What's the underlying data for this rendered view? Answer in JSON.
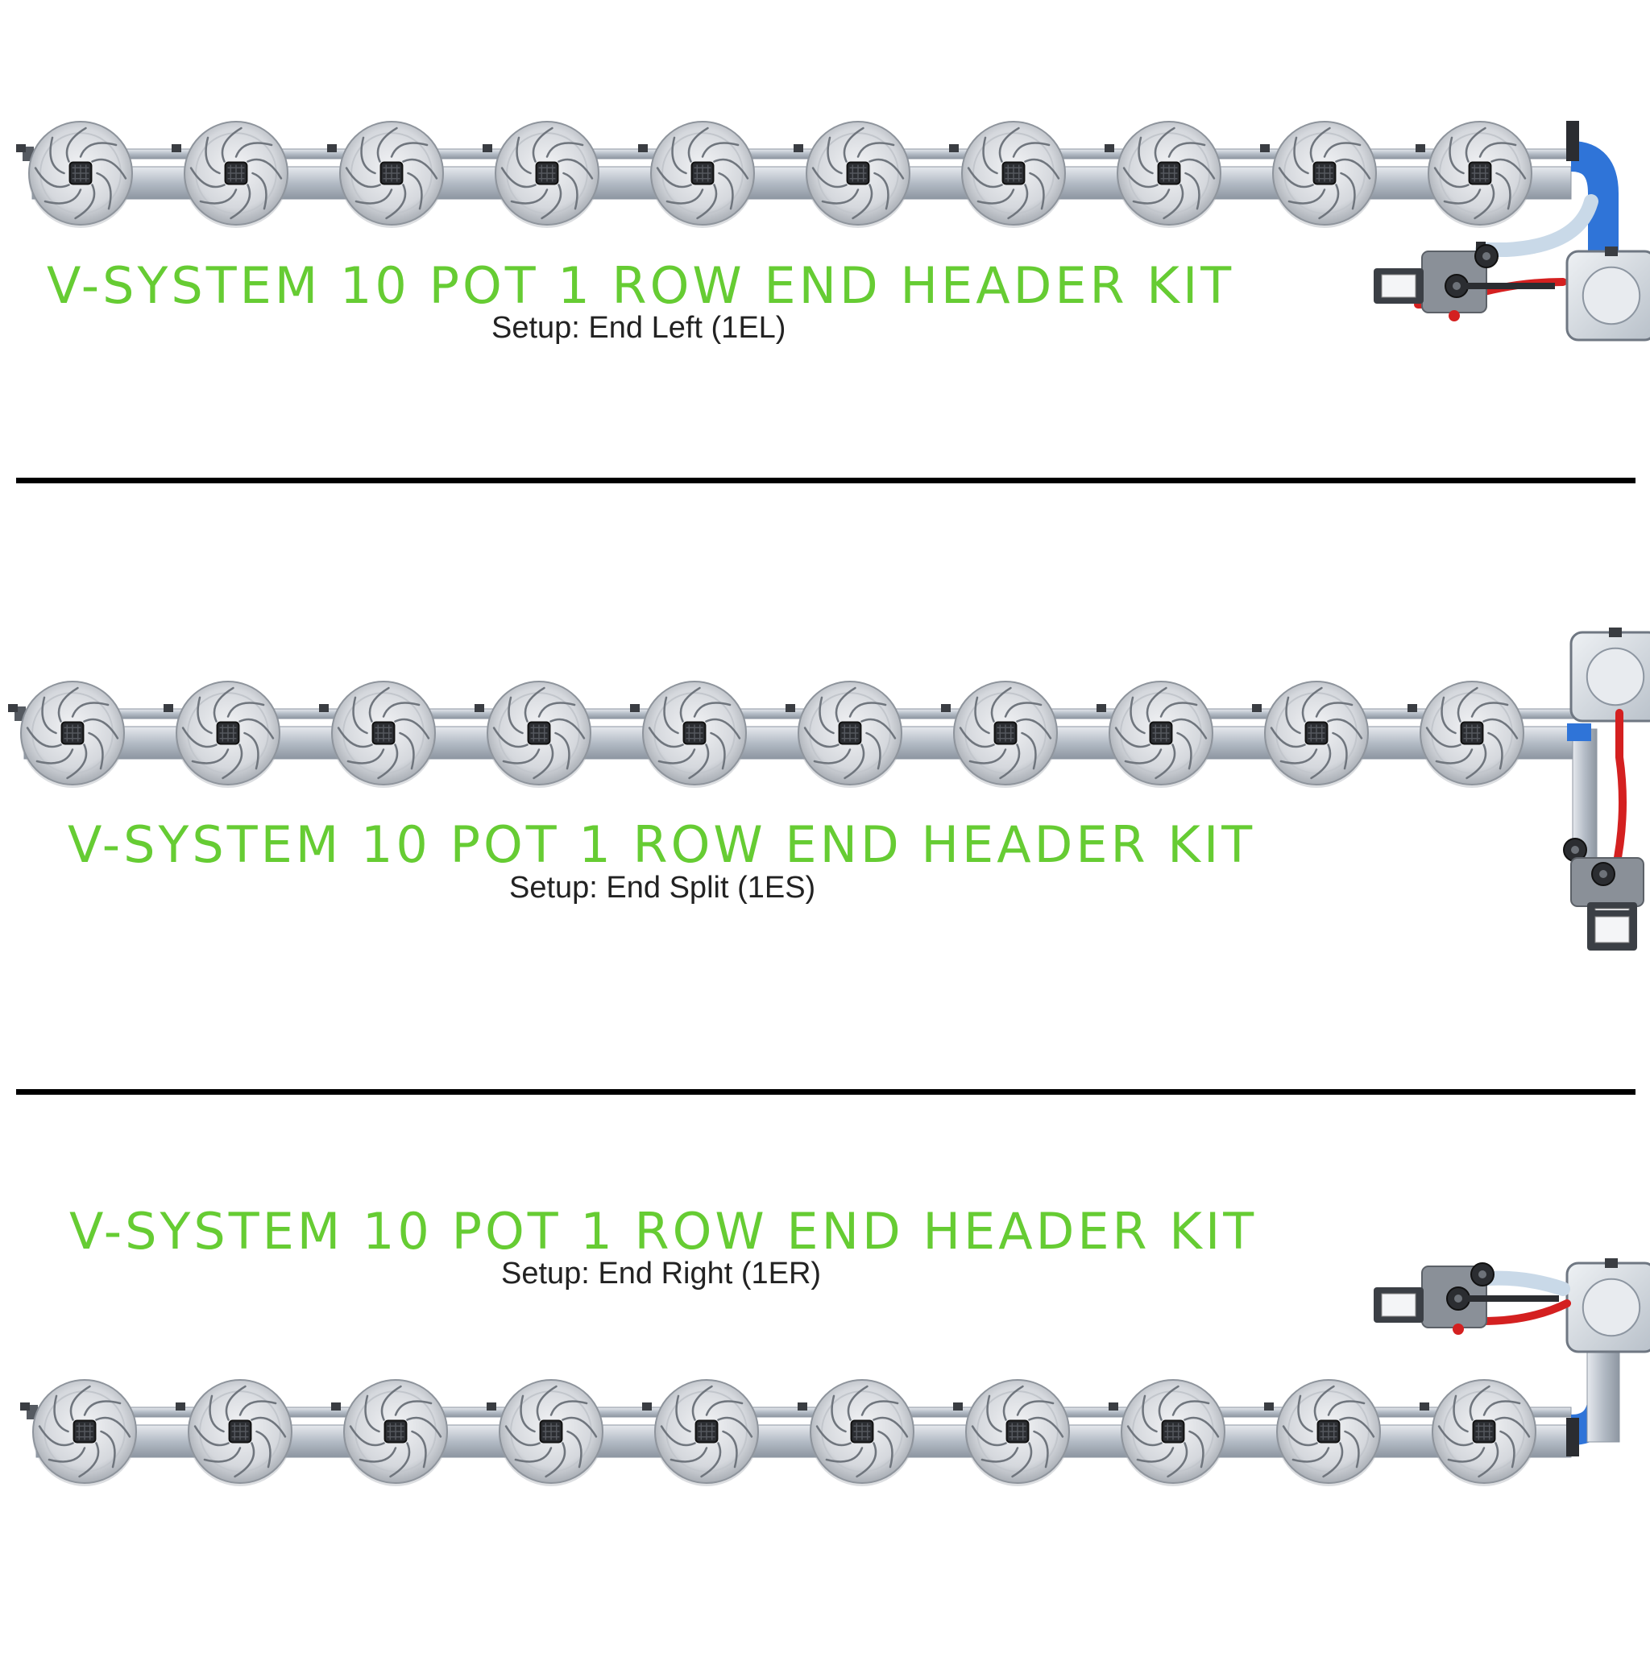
{
  "sections": [
    {
      "title": "V-SYSTEM 10 POT 1 ROW END HEADER KIT",
      "setup": "Setup: End Left (1EL)",
      "configuration": "end-left",
      "pot_count": 10
    },
    {
      "title": "V-SYSTEM 10 POT 1 ROW END HEADER KIT",
      "setup": "Setup: End Split (1ES)",
      "configuration": "end-split",
      "pot_count": 10
    },
    {
      "title": "V-SYSTEM 10 POT 1 ROW END HEADER KIT",
      "setup": "Setup: End Right (1ER)",
      "configuration": "end-right",
      "pot_count": 10
    }
  ],
  "colors": {
    "title_green": "#66cc33",
    "pot_fill": "#d7d9de",
    "pot_edge": "#8e949c",
    "pipe_fill": "#b9c0c8",
    "hose_red": "#d42020",
    "elbow_blue": "#2f74d8",
    "divider": "#000000"
  },
  "icons": [
    "pot-icon",
    "reservoir-tank-icon",
    "pump-icon",
    "valve-icon",
    "elbow-fitting-icon",
    "hose-icon"
  ]
}
